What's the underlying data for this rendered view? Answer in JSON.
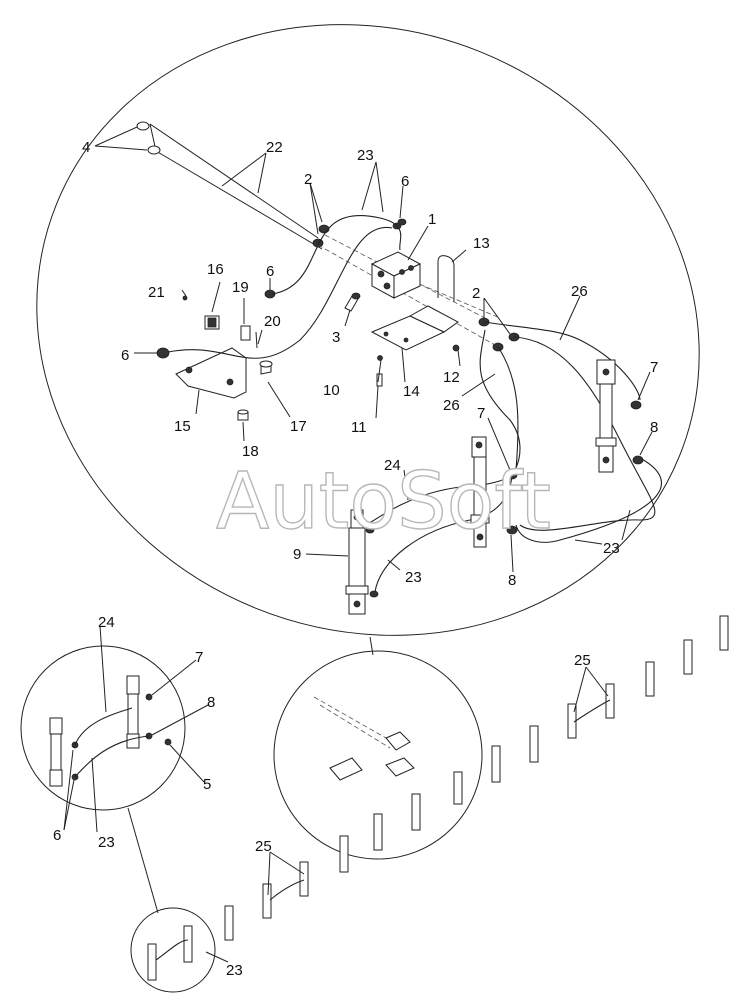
{
  "watermark": "AutoSoft",
  "callouts": {
    "c1": "1",
    "c2a": "2",
    "c2b": "2",
    "c3": "3",
    "c4": "4",
    "c5": "5",
    "c6a": "6",
    "c6b": "6",
    "c6c": "6",
    "c6d": "6",
    "c7a": "7",
    "c7b": "7",
    "c7c": "7",
    "c8a": "8",
    "c8b": "8",
    "c8c": "8",
    "c9": "9",
    "c10": "10",
    "c11": "11",
    "c12": "12",
    "c13": "13",
    "c14": "14",
    "c15": "15",
    "c16": "16",
    "c17": "17",
    "c18": "18",
    "c19": "19",
    "c20": "20",
    "c21": "21",
    "c22": "22",
    "c23a": "23",
    "c23b": "23",
    "c23c": "23",
    "c23d": "23",
    "c23e": "23",
    "c24a": "24",
    "c24b": "24",
    "c25a": "25",
    "c25b": "25",
    "c26a": "26",
    "c26b": "26"
  }
}
